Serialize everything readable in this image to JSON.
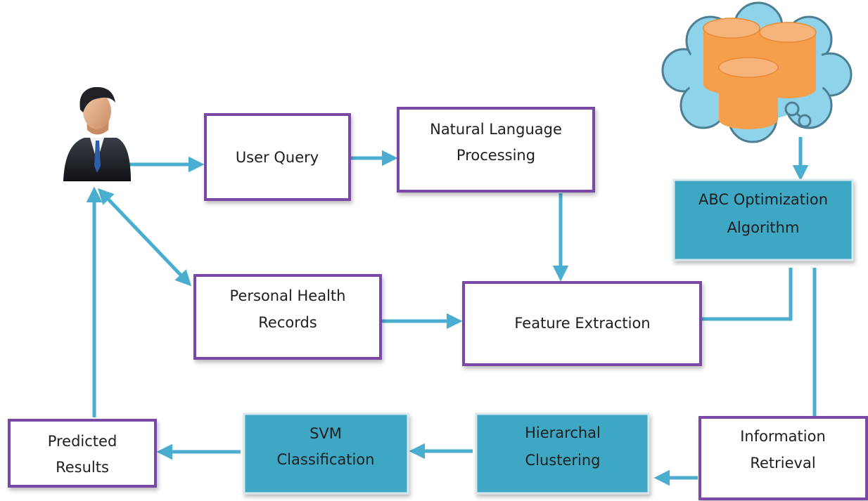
{
  "boxes": {
    "user_query": {
      "line1": "User Query"
    },
    "nlp": {
      "line1": "Natural Language",
      "line2": "Processing"
    },
    "abc": {
      "line1": "ABC Optimization",
      "line2": "Algorithm"
    },
    "phr": {
      "line1": "Personal Health",
      "line2": "Records"
    },
    "feature_extraction": {
      "line1": "Feature Extraction"
    },
    "information_retrieval": {
      "line1": "Information",
      "line2": "Retrieval"
    },
    "hierarchal_clustering": {
      "line1": "Hierarchal",
      "line2": "Clustering"
    },
    "svm_classification": {
      "line1": "SVM",
      "line2": "Classification"
    },
    "predicted_results": {
      "line1": "Predicted",
      "line2": "Results"
    }
  },
  "icons": {
    "user": "user-icon",
    "database": "cloud-database-icon"
  },
  "colors": {
    "purple_border": "#7a4aa6",
    "teal_fill": "#3ea7c4",
    "arrow": "#4aaed0",
    "cloud_fill": "#8fd3ea",
    "cylinder_fill": "#f59e4c"
  }
}
